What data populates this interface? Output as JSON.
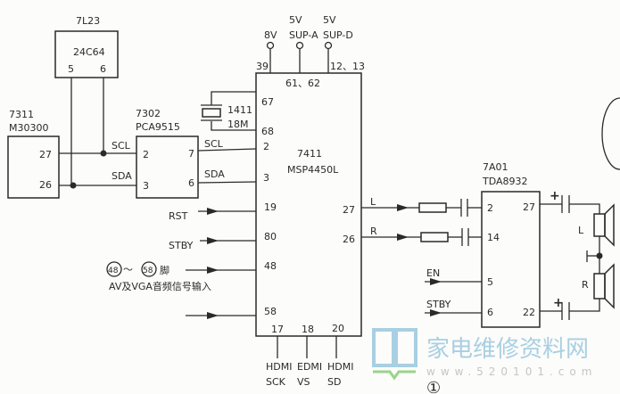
{
  "eeprom": {
    "ref": "7L23",
    "part": "24C64",
    "pin_a": "5",
    "pin_b": "6"
  },
  "mcu": {
    "ref": "7311",
    "part": "M30300",
    "pin_a": "27",
    "pin_b": "26"
  },
  "buffer": {
    "ref": "7302",
    "part": "PCA9515",
    "pin_in_scl": "2",
    "pin_in_sda": "3",
    "pin_out_scl": "7",
    "pin_out_sda": "6"
  },
  "signals": {
    "scl": "SCL",
    "sda": "SDA",
    "rst": "RST",
    "stby": "STBY",
    "en": "EN",
    "l": "L",
    "r": "R"
  },
  "crystal": {
    "ref": "1411",
    "freq": "18M"
  },
  "power": {
    "v8": "8V",
    "v5a": "5V",
    "v5d": "5V",
    "sup_a": "SUP-A",
    "sup_d": "SUP-D"
  },
  "processor": {
    "ref": "7411",
    "part": "MSP4450L",
    "pins": {
      "p39": "39",
      "p6162": "61、62",
      "p1213": "12、13",
      "p67": "67",
      "p68": "68",
      "p2": "2",
      "p3": "3",
      "p19": "19",
      "p80": "80",
      "p48": "48",
      "p58": "58",
      "p17": "17",
      "p18": "18",
      "p20": "20",
      "p27": "27",
      "p26": "26"
    }
  },
  "bottom_labels": {
    "hdmi1": "HDMI",
    "sck": "SCK",
    "edmi": "EDMI",
    "vs": "VS",
    "hdmi2": "HDMI",
    "sd": "SD"
  },
  "input_note": {
    "start": "48",
    "tilde": "～",
    "end": "58",
    "suffix": "脚",
    "desc": "AV及VGA音频信号输入"
  },
  "amp": {
    "ref": "7A01",
    "part": "TDA8932",
    "pins": {
      "p2": "2",
      "p14": "14",
      "p5": "5",
      "p6": "6",
      "p27": "27",
      "p22": "22"
    },
    "plus": "+",
    "spk_l": "L",
    "spk_r": "R"
  },
  "figure_number": "①",
  "watermark": {
    "title": "家电维修资料网",
    "url": "www.520101.com"
  }
}
